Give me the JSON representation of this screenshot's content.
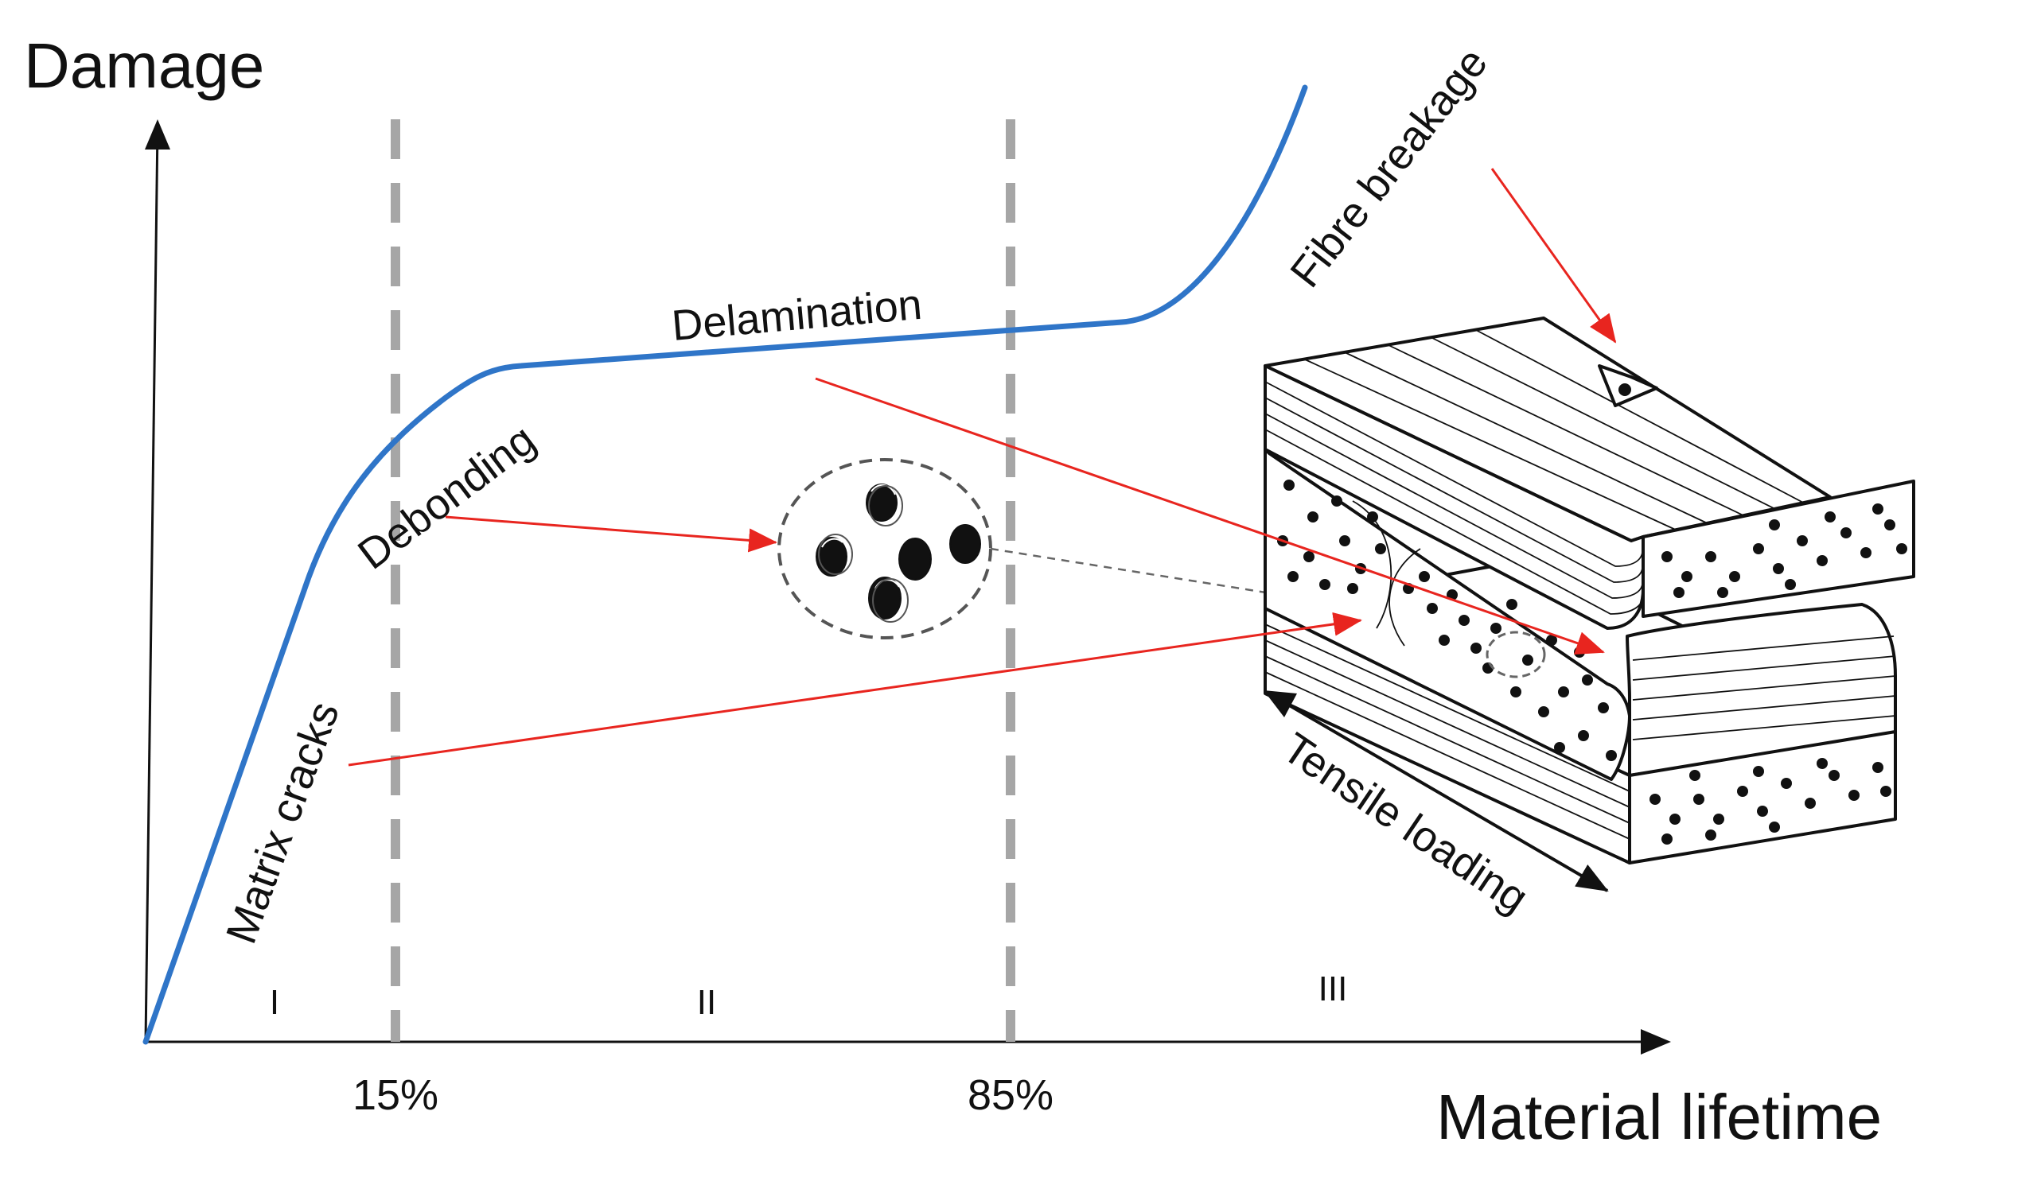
{
  "axes": {
    "y_label": "Damage",
    "x_label": "Material lifetime"
  },
  "boundaries": [
    {
      "label": "15%"
    },
    {
      "label": "85%"
    }
  ],
  "stages": [
    {
      "label": "I"
    },
    {
      "label": "II"
    },
    {
      "label": "III"
    }
  ],
  "mechanisms": {
    "matrix_cracks": "Matrix cracks",
    "debonding": "Debonding",
    "delamination": "Delamination",
    "fibre_breakage": "Fibre breakage",
    "tensile_loading": "Tensile loading"
  },
  "colors": {
    "curve": "#2f75c8",
    "boundary": "#a6a6a6",
    "pointer": "#e8251f",
    "ink": "#111111"
  }
}
